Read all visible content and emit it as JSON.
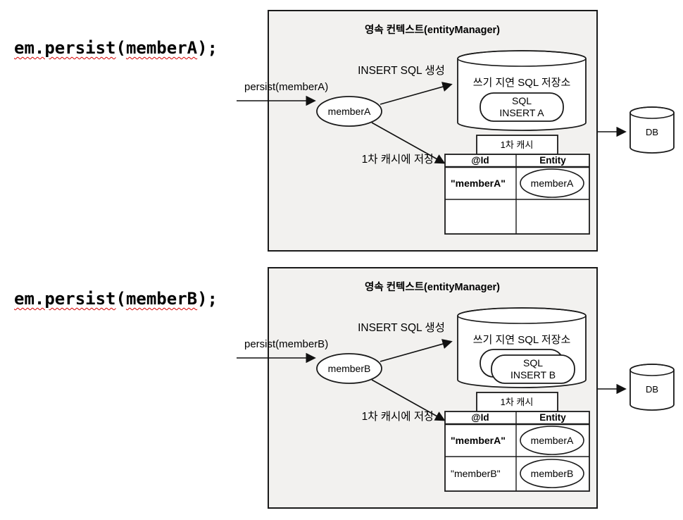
{
  "colors": {
    "panel_bg": "#f2f1ef",
    "stroke": "#1a1a1a",
    "squiggle": "#d40000",
    "shape_fill": "#ffffff",
    "text": "#000000"
  },
  "scenes": [
    {
      "code": {
        "t1": "em.persist",
        "t2": "(",
        "t3": "memberA",
        "t4": ");"
      },
      "panel_title": "영속 컨텍스트(entityManager)",
      "persist_label": "persist(memberA)",
      "entity_label": "memberA",
      "insert_sql_label": "INSERT SQL 생성",
      "store_label": "쓰기 지연 SQL 저장소",
      "sql_note": {
        "line1": "SQL",
        "line2": "INSERT A"
      },
      "cache_save_label": "1차 캐시에 저장",
      "cache_title": "1차 캐시",
      "table": {
        "col_id": "@Id",
        "col_entity": "Entity",
        "rows": [
          {
            "id": "\"memberA\"",
            "entity": "memberA"
          },
          {
            "id": "",
            "entity": ""
          }
        ]
      },
      "db_label": "DB"
    },
    {
      "code": {
        "t1": "em.persist",
        "t2": "(",
        "t3": "memberB",
        "t4": ");"
      },
      "panel_title": "영속 컨텍스트(entityManager)",
      "persist_label": "persist(memberB)",
      "entity_label": "memberB",
      "insert_sql_label": "INSERT SQL 생성",
      "store_label": "쓰기 지연 SQL 저장소",
      "sql_note": {
        "line1": "SQL",
        "line2": "INSERT B"
      },
      "cache_save_label": "1차 캐시에 저장",
      "cache_title": "1차 캐시",
      "table": {
        "col_id": "@Id",
        "col_entity": "Entity",
        "rows": [
          {
            "id": "\"memberA\"",
            "entity": "memberA"
          },
          {
            "id": "\"memberB\"",
            "entity": "memberB"
          }
        ]
      },
      "db_label": "DB"
    }
  ]
}
